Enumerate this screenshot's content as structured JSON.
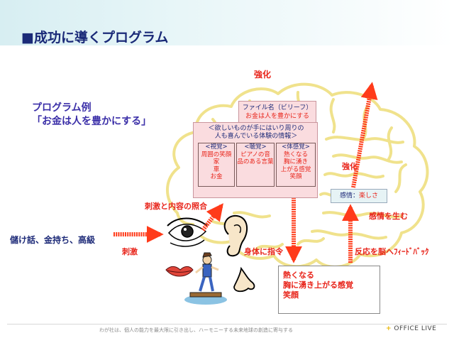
{
  "slide": {
    "title": "■成功に導くプログラム",
    "program_example": {
      "line1": "プログラム例",
      "line2": "「お金は人を豊かにする」"
    }
  },
  "labels": {
    "strengthen_top": "強化",
    "strengthen_right": "強化",
    "stimulus_and_collation": "刺激と内容の照合",
    "stimulus": "刺激",
    "body_command": "身体に指令",
    "feedback": "反応を脳へﾌｨｰﾄﾞﾊﾞｯｸ",
    "emotion_generate": "感情を生む",
    "input_text": "儲け話、金持ち、高級"
  },
  "file_box": {
    "line1": "ファイル名（ビリーフ）",
    "line2": "お金は人を豊かにする"
  },
  "info_box": {
    "heading1": "＜欲しいものが手にはいり周りの",
    "heading2": "人も喜んでいる体験の情報＞",
    "visual": {
      "caption": "<視覚>",
      "items": [
        "周囲の笑顔",
        "家",
        "車",
        "お金"
      ]
    },
    "auditory": {
      "caption": "<聴覚>",
      "items": [
        "ピアノの音",
        "品のある言葉"
      ]
    },
    "kinesthetic": {
      "caption": "<体感覚>",
      "items": [
        "熱くなる",
        "胸に湧き",
        "上がる感覚",
        "笑顔"
      ]
    }
  },
  "emotion_box": {
    "label": "感情：",
    "value": "楽しさ"
  },
  "response_box": {
    "lines": [
      "熱くなる",
      "胸に湧き上がる感覚",
      "笑顔"
    ]
  },
  "footer": {
    "text": "わが社は、個人の能力を最大限に引き出し、ハーモニーする未来地球の創造に寄与する",
    "brand_plus": "+",
    "brand": "OFFICE LIVE"
  },
  "colors": {
    "title": "#1a2a78",
    "accent_red": "#e8241a",
    "box_pink": "#fadcdf",
    "brain_outline": "#f0e28c",
    "arrow": "#ff3b1a"
  },
  "icons": [
    "brain-outline-icon",
    "eye-icon",
    "ear-icon",
    "lips-icon",
    "nose-icon",
    "child-walking-icon",
    "money-stack-icon"
  ]
}
